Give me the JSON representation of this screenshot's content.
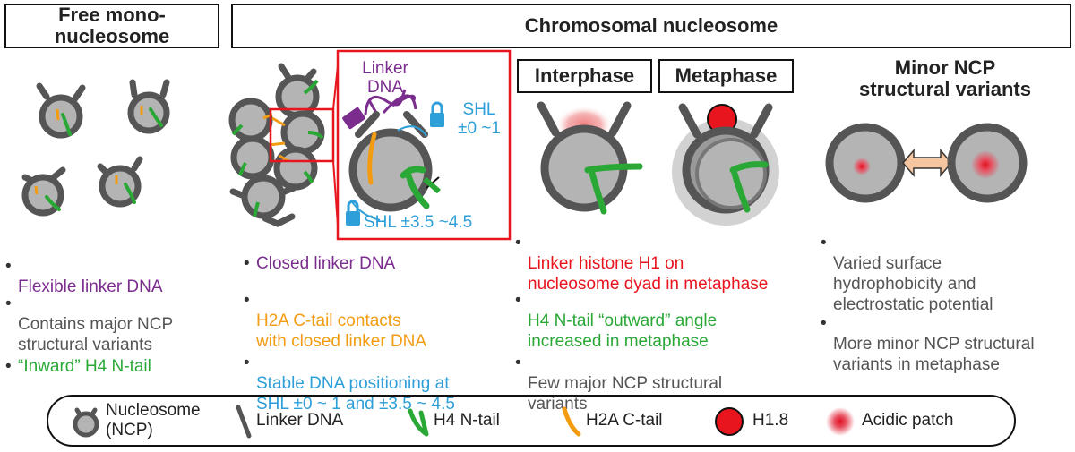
{
  "headers": {
    "free": "Free mono-\nnucleosome",
    "chromosomal": "Chromosomal nucleosome",
    "interphase": "Interphase",
    "metaphase": "Metaphase",
    "minor": "Minor NCP\nstructural variants"
  },
  "inset_labels": {
    "linker_dna": "Linker\nDNA",
    "shl_top": "SHL\n±0 ~1",
    "shl_bottom": "SHL ±3.5 ~4.5"
  },
  "bullets": {
    "free": [
      {
        "text": "Flexible linker DNA",
        "color": "#7b2d8e"
      },
      {
        "text": "Contains major NCP\nstructural variants",
        "color": "#555555"
      },
      {
        "text": "“Inward” H4 N-tail",
        "color": "#2aa836"
      }
    ],
    "chromosomal": [
      {
        "text": "Closed linker DNA",
        "color": "#7b2d8e"
      },
      {
        "text": "H2A C-tail contacts\nwith closed linker DNA",
        "color": "#f39c12"
      },
      {
        "text": "Stable DNA positioning at\nSHL ±0 ~ 1 and ±3.5 ~ 4.5",
        "color": "#2e9fd8"
      }
    ],
    "phase": [
      {
        "text": "Linker histone H1 on\nnucleosome dyad in metaphase",
        "color": "#e8141e"
      },
      {
        "text": "H4 N-tail “outward”  angle\nincreased in metaphase",
        "color": "#2aa836"
      },
      {
        "text": "Few major NCP structural\nvariants",
        "color": "#555555"
      }
    ],
    "minor": [
      {
        "text": "Varied surface\nhydrophobicity and\nelectrostatic potential",
        "color": "#555555"
      },
      {
        "text": "More minor NCP structural\nvariants in metaphase",
        "color": "#555555"
      }
    ]
  },
  "legend": {
    "nucleosome": "Nucleosome\n(NCP)",
    "linker": "Linker DNA",
    "h4": "H4 N-tail",
    "h2a": "H2A C-tail",
    "h18": "H1.8",
    "acidic": "Acidic patch"
  },
  "colors": {
    "dna": "#555555",
    "core": "#b4b4b4",
    "h4": "#2aa836",
    "h2a": "#f39c12",
    "h1": "#e8141e",
    "shl": "#2e9fd8",
    "linker_label": "#7b2d8e"
  }
}
